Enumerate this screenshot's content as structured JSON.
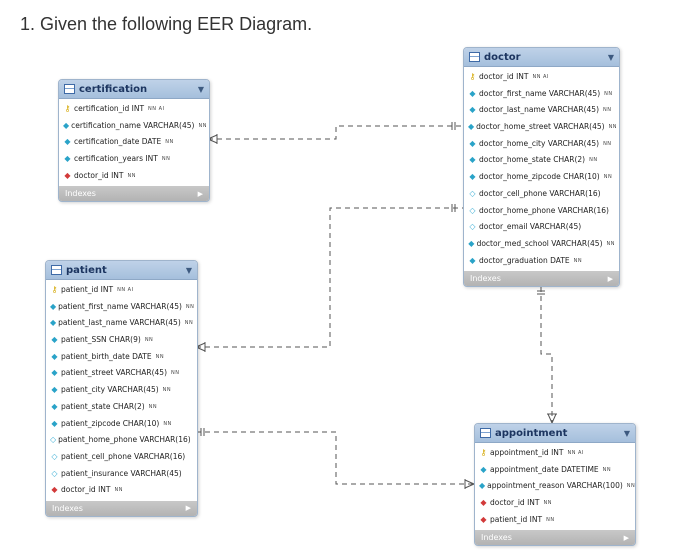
{
  "question": "1. Given the following EER Diagram.",
  "icons": {
    "table": "table-icon",
    "primary_key": "key-icon",
    "column_not_null": "filled-diamond-icon",
    "column_nullable": "open-diamond-icon",
    "foreign_key": "red-diamond-icon",
    "collapse": "chevron-down-icon",
    "expand": "chevron-right-icon"
  },
  "colors": {
    "header": "#a5bfdc",
    "border": "#9fb4cc",
    "indexes_bar": "#b3b3b3",
    "connector": "#555555"
  },
  "entities": {
    "certification": {
      "title": "certification",
      "indexes_label": "Indexes",
      "columns": [
        {
          "icon": "key",
          "name": "certification_id INT",
          "flags": "NN AI"
        },
        {
          "icon": "col",
          "name": "certification_name VARCHAR(45)",
          "flags": "NN"
        },
        {
          "icon": "col",
          "name": "certification_date DATE",
          "flags": "NN"
        },
        {
          "icon": "col",
          "name": "certification_years INT",
          "flags": "NN"
        },
        {
          "icon": "fk",
          "name": "doctor_id INT",
          "flags": "NN"
        }
      ]
    },
    "doctor": {
      "title": "doctor",
      "indexes_label": "Indexes",
      "columns": [
        {
          "icon": "key",
          "name": "doctor_id INT",
          "flags": "NN AI"
        },
        {
          "icon": "col",
          "name": "doctor_first_name VARCHAR(45)",
          "flags": "NN"
        },
        {
          "icon": "col",
          "name": "doctor_last_name VARCHAR(45)",
          "flags": "NN"
        },
        {
          "icon": "col",
          "name": "doctor_home_street VARCHAR(45)",
          "flags": "NN"
        },
        {
          "icon": "col",
          "name": "doctor_home_city VARCHAR(45)",
          "flags": "NN"
        },
        {
          "icon": "col",
          "name": "doctor_home_state CHAR(2)",
          "flags": "NN"
        },
        {
          "icon": "col",
          "name": "doctor_home_zipcode CHAR(10)",
          "flags": "NN"
        },
        {
          "icon": "colopen",
          "name": "doctor_cell_phone VARCHAR(16)",
          "flags": ""
        },
        {
          "icon": "colopen",
          "name": "doctor_home_phone VARCHAR(16)",
          "flags": ""
        },
        {
          "icon": "colopen",
          "name": "doctor_email VARCHAR(45)",
          "flags": ""
        },
        {
          "icon": "col",
          "name": "doctor_med_school VARCHAR(45)",
          "flags": "NN"
        },
        {
          "icon": "col",
          "name": "doctor_graduation DATE",
          "flags": "NN"
        }
      ]
    },
    "patient": {
      "title": "patient",
      "indexes_label": "Indexes",
      "columns": [
        {
          "icon": "key",
          "name": "patient_id INT",
          "flags": "NN AI"
        },
        {
          "icon": "col",
          "name": "patient_first_name VARCHAR(45)",
          "flags": "NN"
        },
        {
          "icon": "col",
          "name": "patient_last_name VARCHAR(45)",
          "flags": "NN"
        },
        {
          "icon": "col",
          "name": "patient_SSN CHAR(9)",
          "flags": "NN"
        },
        {
          "icon": "col",
          "name": "patient_birth_date DATE",
          "flags": "NN"
        },
        {
          "icon": "col",
          "name": "patient_street VARCHAR(45)",
          "flags": "NN"
        },
        {
          "icon": "col",
          "name": "patient_city VARCHAR(45)",
          "flags": "NN"
        },
        {
          "icon": "col",
          "name": "patient_state CHAR(2)",
          "flags": "NN"
        },
        {
          "icon": "col",
          "name": "patient_zipcode CHAR(10)",
          "flags": "NN"
        },
        {
          "icon": "colopen",
          "name": "patient_home_phone VARCHAR(16)",
          "flags": ""
        },
        {
          "icon": "colopen",
          "name": "patient_cell_phone VARCHAR(16)",
          "flags": ""
        },
        {
          "icon": "colopen",
          "name": "patient_insurance VARCHAR(45)",
          "flags": ""
        },
        {
          "icon": "fk",
          "name": "doctor_id INT",
          "flags": "NN"
        }
      ]
    },
    "appointment": {
      "title": "appointment",
      "indexes_label": "Indexes",
      "columns": [
        {
          "icon": "key",
          "name": "appointment_id INT",
          "flags": "NN AI"
        },
        {
          "icon": "col",
          "name": "appointment_date DATETIME",
          "flags": "NN"
        },
        {
          "icon": "col",
          "name": "appointment_reason VARCHAR(100)",
          "flags": "NN"
        },
        {
          "icon": "fk",
          "name": "doctor_id INT",
          "flags": "NN"
        },
        {
          "icon": "fk",
          "name": "patient_id INT",
          "flags": "NN"
        }
      ]
    }
  },
  "relationships": [
    {
      "from": "certification",
      "to": "doctor",
      "from_end": "many",
      "to_end": "one"
    },
    {
      "from": "patient",
      "to": "doctor",
      "from_end": "many",
      "to_end": "one"
    },
    {
      "from": "appointment",
      "to": "doctor",
      "from_end": "many",
      "to_end": "one"
    },
    {
      "from": "appointment",
      "to": "patient",
      "from_end": "many",
      "to_end": "one"
    }
  ]
}
